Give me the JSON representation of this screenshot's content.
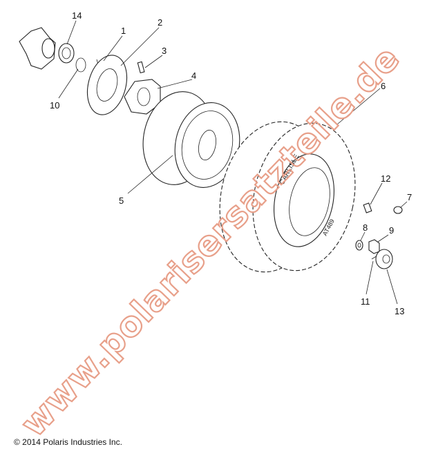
{
  "watermark": "www.polarisersatzteile.de",
  "copyright": "© 2014 Polaris Industries Inc.",
  "callouts": [
    {
      "id": "14",
      "label": "14"
    },
    {
      "id": "1",
      "label": "1"
    },
    {
      "id": "2",
      "label": "2"
    },
    {
      "id": "3",
      "label": "3"
    },
    {
      "id": "4",
      "label": "4"
    },
    {
      "id": "6",
      "label": "6"
    },
    {
      "id": "10",
      "label": "10"
    },
    {
      "id": "5",
      "label": "5"
    },
    {
      "id": "12",
      "label": "12"
    },
    {
      "id": "7",
      "label": "7"
    },
    {
      "id": "8",
      "label": "8"
    },
    {
      "id": "9",
      "label": "9"
    },
    {
      "id": "11",
      "label": "11"
    },
    {
      "id": "13",
      "label": "13"
    }
  ],
  "tire_markings": [
    "CARLISLE",
    "AT489"
  ],
  "colors": {
    "watermark": "#e8a08a",
    "line": "#222222"
  }
}
